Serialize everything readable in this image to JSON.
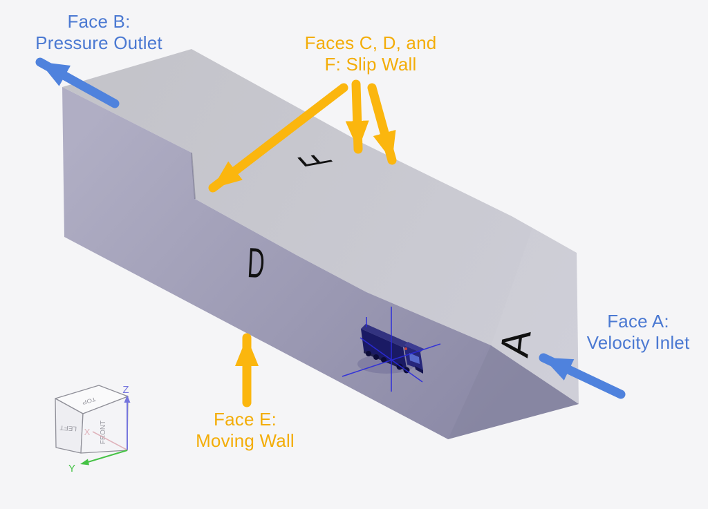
{
  "figure": {
    "annotations": {
      "face_b": {
        "line1": "Face B:",
        "line2": "Pressure Outlet"
      },
      "faces_cdf": {
        "line1": "Faces C, D, and",
        "line2": "F: Slip Wall"
      },
      "face_a": {
        "line1": "Face A:",
        "line2": "Velocity Inlet"
      },
      "face_e": {
        "line1": "Face E:",
        "line2": "Moving Wall"
      }
    },
    "face_labels": {
      "top_face": "F",
      "side_face": "D",
      "inlet_face": "A"
    },
    "triad": {
      "axis_x": "X",
      "axis_y": "Y",
      "axis_z": "Z",
      "face_top": "TOP",
      "face_left": "LEFT",
      "face_front": "FRONT"
    }
  },
  "colors": {
    "background": "#f5f5f7",
    "top-face-light": "#c3c3c9",
    "top-face-dark": "#cdcdd6",
    "side-face-light": "#b0aec4",
    "side-face-dark": "#8b89a6",
    "blue-text": "#4b79d2",
    "blue-arrow": "#4f82dd",
    "yellow-text": "#f3ad08",
    "yellow-arrow": "#fbb60e",
    "face-letter": "#111111",
    "truck-body": "#1a1a64",
    "truck-axis": "#2b2bdb",
    "triad-edge": "#8f8f98",
    "triad-label": "#9a9aa2",
    "axis-x": "#dba3ad",
    "axis-y": "#45c245",
    "axis-z": "#7575dd"
  }
}
